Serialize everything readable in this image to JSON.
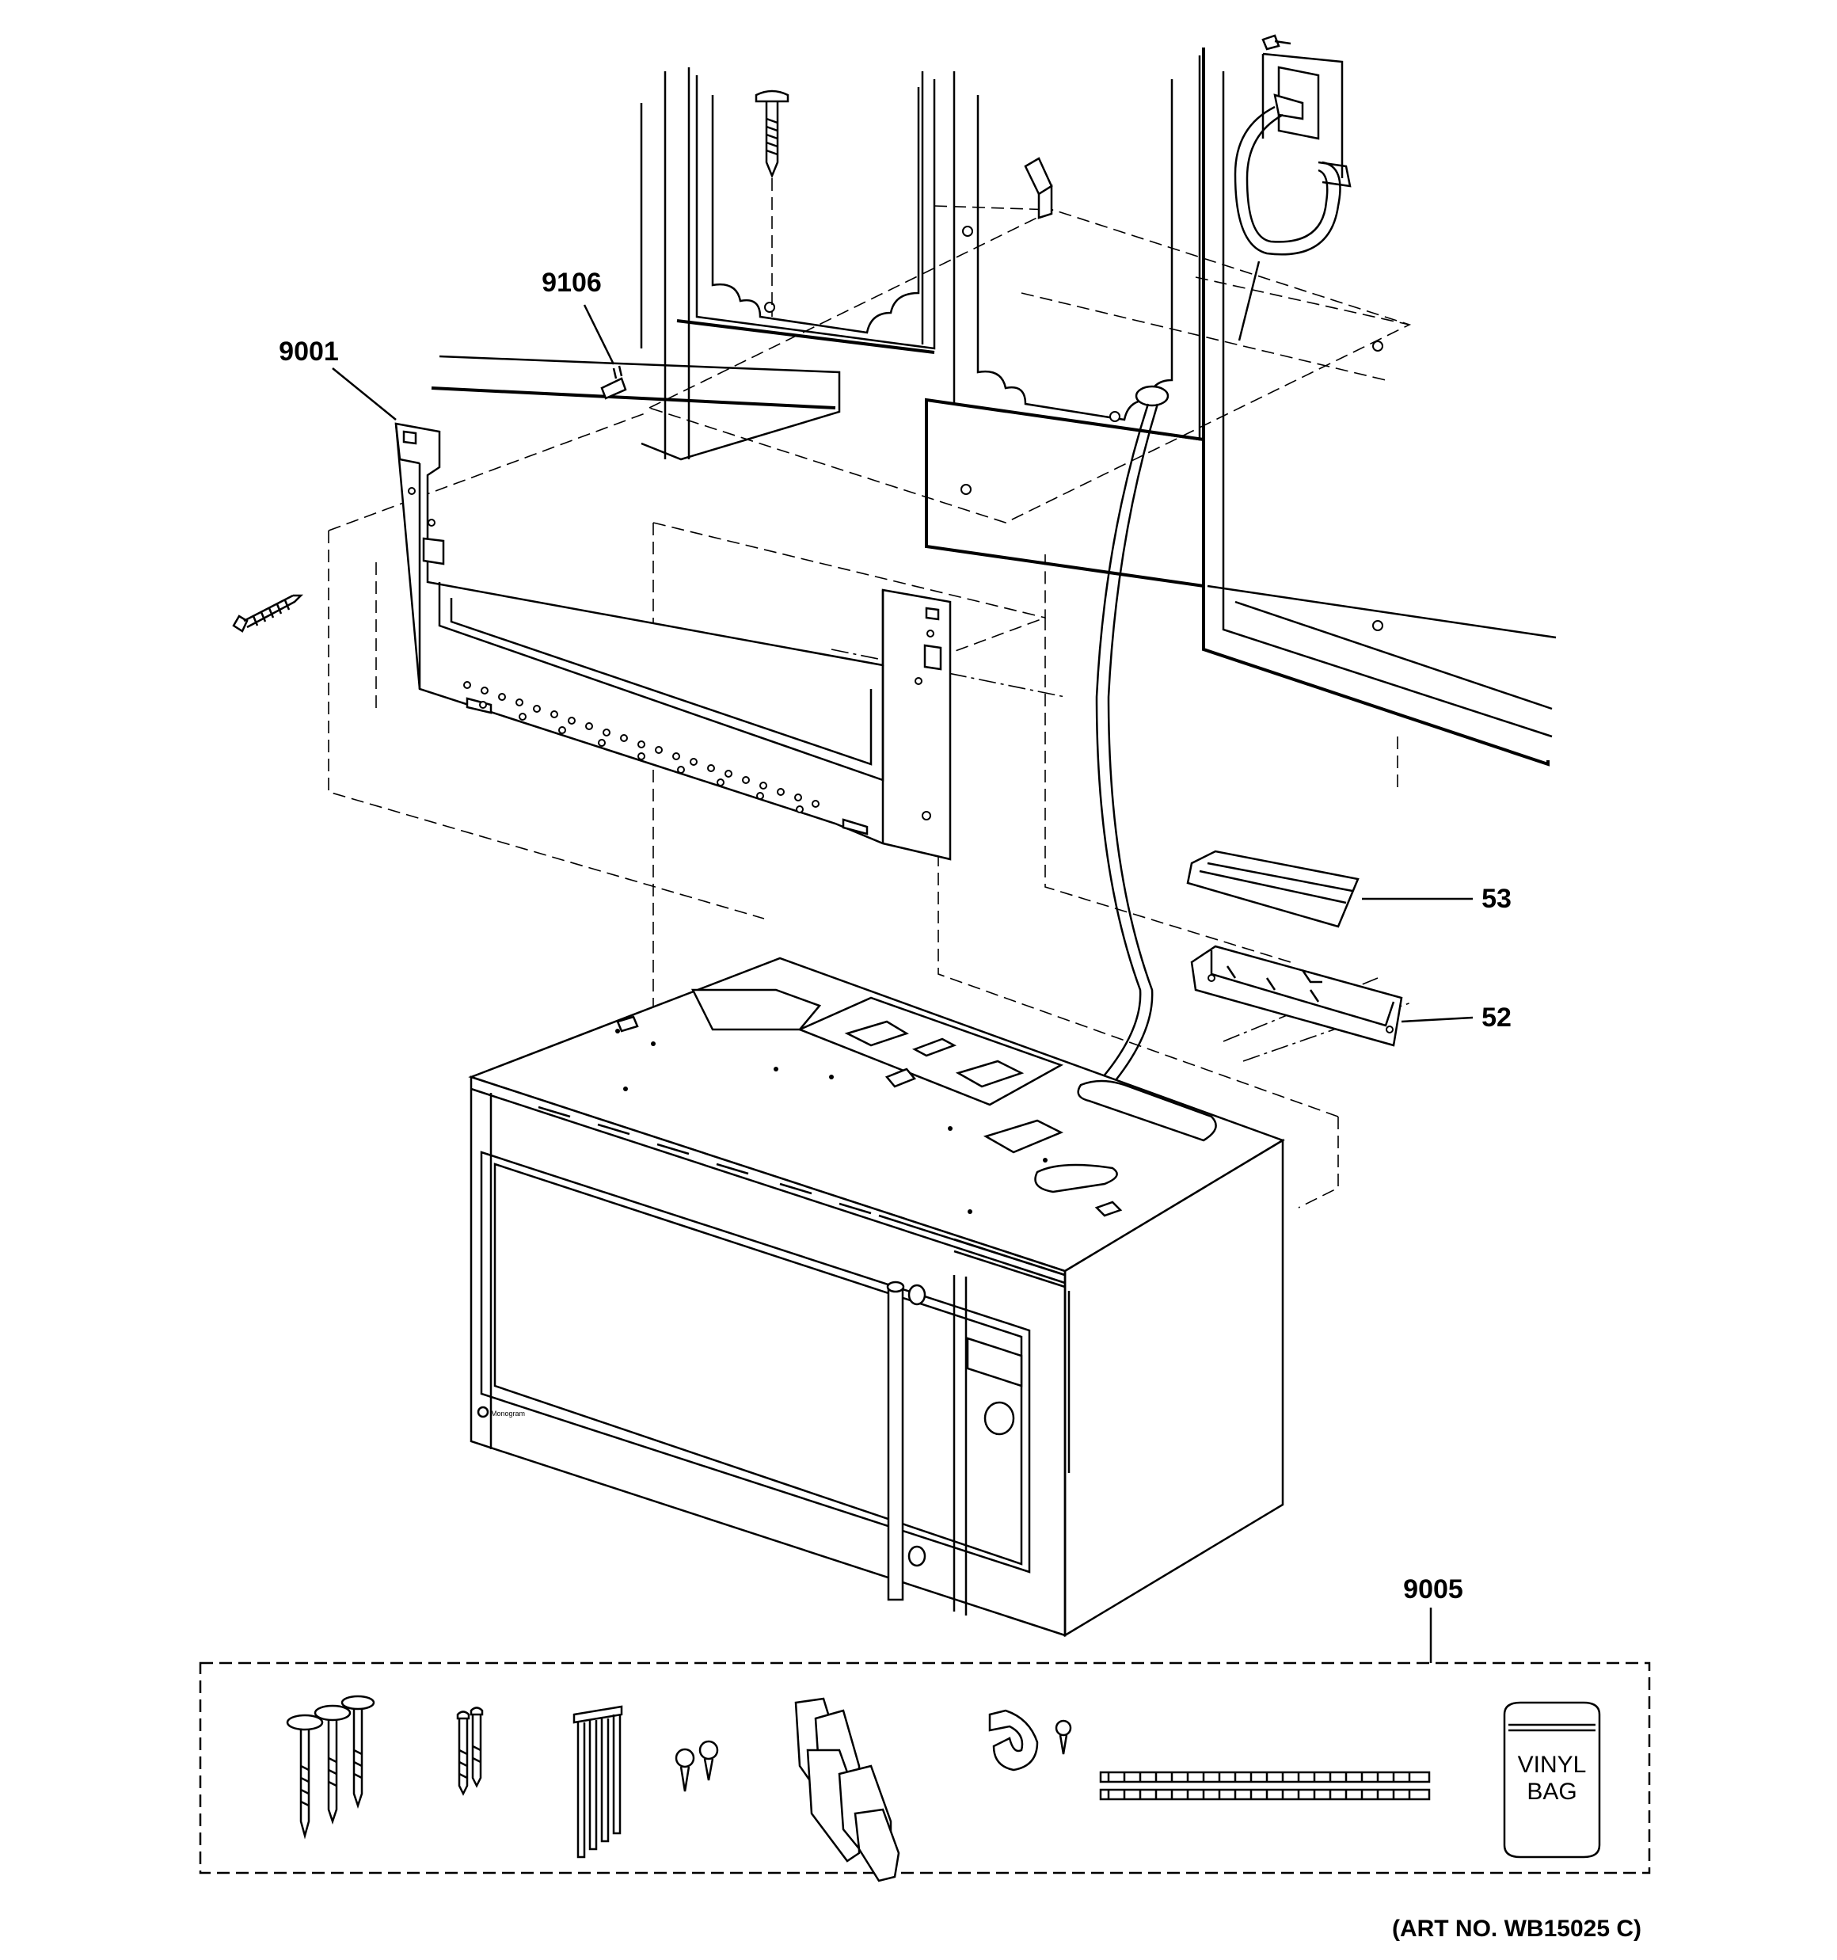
{
  "callouts": {
    "c9106": "9106",
    "c9001": "9001",
    "c53": "53",
    "c52": "52",
    "c9005": "9005"
  },
  "kit_bag_label": {
    "line1": "VINYL",
    "line2": "BAG"
  },
  "brand_badge": "Monogram",
  "art_number": "(ART NO. WB15025 C)"
}
